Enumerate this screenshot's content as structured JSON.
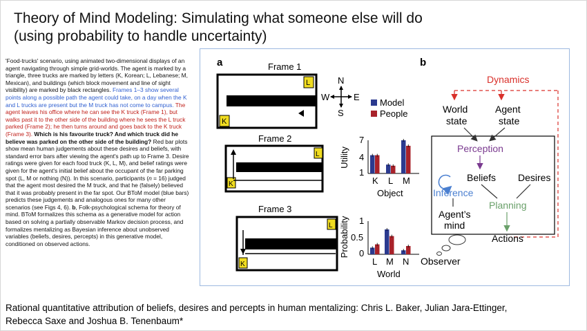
{
  "title_line1": "Theory of Mind Modeling:  Simulating what someone else will do",
  "title_line2": "(using probability to handle uncertainty)",
  "caption": {
    "part1": "'Food-trucks' scenario, using animated two-dimensional displays of an agent navigating through simple grid-worlds. The agent is marked by a triangle, three trucks are marked by letters (K, Korean; L, Lebanese; M, Mexican), and buildings (which block movement and line of sight visibility) are marked by black rectangles. ",
    "blue": "Frames 1–3 show several points along a possible path the agent could take, on a day when the K and L trucks are present but the M truck has not come to campus.",
    "red": " The agent leaves his office where he can see the K truck (Frame 1), but walks past it to the other side of the building where he sees the L truck parked (Frame 2); he then turns around and goes back to the K truck (Frame 3).",
    "bold": " Which is his favourite truck? And which truck did he believe was parked on the other side of the building?",
    "part2": " Red bar plots show mean human judgements about these desires and beliefs, with standard error bars after viewing the agent's path up to Frame 3. Desire ratings were given for each food truck (K, L, M), and belief ratings were given for the agent's initial belief about the occupant of the far parking spot (L, M or nothing (N)). In this scenario, participants (",
    "n_italic": "n",
    "part3": " = 16) judged that the agent most desired the M truck, and that he (falsely) believed that it was probably present in the far spot. Our BToM model (blue bars) predicts these judgements and analogous ones for many other scenarios (see Figs 4, 6). ",
    "b_bold": "b",
    "part4": ", Folk-psychological schema for theory of mind. BToM formalizes this schema as a generative model for action based on solving a partially observable Markov decision process, and formalizes mentalizing as Bayesian inference about unobserved variables (beliefs, desires, percepts) in this generative model, conditioned on observed actions."
  },
  "figure": {
    "panel_a": "a",
    "panel_b": "b",
    "frames": [
      "Frame 1",
      "Frame 2",
      "Frame 3"
    ],
    "truck_labels": {
      "k": "K",
      "l": "L"
    },
    "compass": {
      "n": "N",
      "s": "S",
      "e": "E",
      "w": "W"
    },
    "legend": {
      "model": "Model",
      "people": "People"
    },
    "utility_chart": {
      "ylabel": "Utility",
      "xlabel": "Object",
      "yticks": [
        "1",
        "4",
        "7"
      ],
      "categories": [
        "K",
        "L",
        "M"
      ]
    },
    "probability_chart": {
      "ylabel": "Probability",
      "xlabel": "World",
      "yticks": [
        "0",
        "0.5",
        "1"
      ],
      "categories": [
        "L",
        "M",
        "N"
      ]
    },
    "schema": {
      "dynamics": "Dynamics",
      "world_state_1": "World",
      "world_state_2": "state",
      "agent_state_1": "Agent",
      "agent_state_2": "state",
      "perception": "Perception",
      "beliefs": "Beliefs",
      "desires": "Desires",
      "inference": "Inference",
      "planning": "Planning",
      "agents_mind_1": "Agent’s",
      "agents_mind_2": "mind",
      "actions": "Actions",
      "observer": "Observer"
    },
    "colors": {
      "model": "#2b3a8f",
      "people": "#a8222a",
      "dynamics": "#d9302a",
      "perception": "#7a3a8f",
      "inference": "#4a7fd0",
      "planning": "#6aa06a",
      "truck_fill": "#f0dc20"
    }
  },
  "chart_data": [
    {
      "type": "bar",
      "ylabel": "Utility",
      "xlabel": "Object",
      "ylim": [
        1,
        7
      ],
      "categories": [
        "K",
        "L",
        "M"
      ],
      "series": [
        {
          "name": "Model",
          "values": [
            4.3,
            2.6,
            7.0
          ]
        },
        {
          "name": "People",
          "values": [
            4.3,
            2.4,
            6.0
          ]
        }
      ]
    },
    {
      "type": "bar",
      "ylabel": "Probability",
      "xlabel": "World",
      "ylim": [
        0,
        1
      ],
      "categories": [
        "L",
        "M",
        "N"
      ],
      "series": [
        {
          "name": "Model",
          "values": [
            0.2,
            0.75,
            0.12
          ]
        },
        {
          "name": "People",
          "values": [
            0.3,
            0.55,
            0.25
          ]
        }
      ]
    }
  ],
  "footer_line1": "Rational quantitative attribution of beliefs, desires and percepts in human mentalizing:  Chris L. Baker, Julian Jara-Ettinger,",
  "footer_line2": "Rebecca Saxe and Joshua B. Tenenbaum*"
}
